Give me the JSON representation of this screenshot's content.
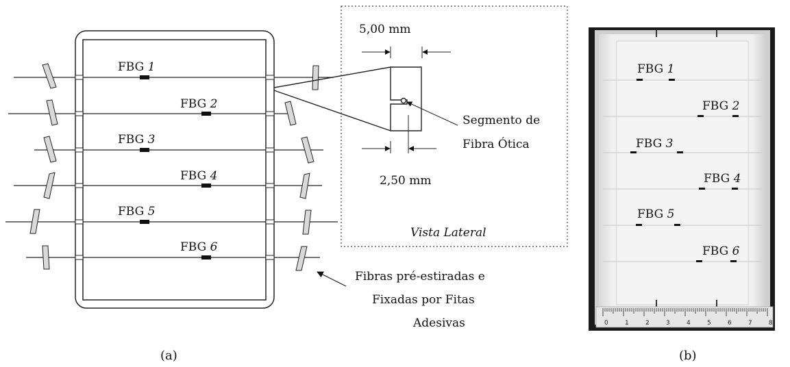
{
  "diagram": {
    "fbg_prefix": "FBG",
    "fbgs": [
      {
        "num": "1"
      },
      {
        "num": "2"
      },
      {
        "num": "3"
      },
      {
        "num": "4"
      },
      {
        "num": "5"
      },
      {
        "num": "6"
      }
    ],
    "dim_top": "5,00 mm",
    "dim_bottom": "2,50 mm",
    "segment_label_line1": "Segmento de",
    "segment_label_line2": "Fibra Ótica",
    "view_label": "Vista Lateral",
    "fibers_label_line1": "Fibras pré-estiradas e",
    "fibers_label_line2": "Fixadas por Fitas",
    "fibers_label_line3": "Adesivas",
    "caption_a": "(a)",
    "caption_b": "(b)"
  },
  "photo": {
    "fbg_prefix": "FBG",
    "fbgs": [
      {
        "num": "1"
      },
      {
        "num": "2"
      },
      {
        "num": "3"
      },
      {
        "num": "4"
      },
      {
        "num": "5"
      },
      {
        "num": "6"
      }
    ],
    "ruler_numbers": [
      "0",
      "1",
      "2",
      "3",
      "4",
      "5",
      "6",
      "7",
      "8"
    ]
  },
  "colors": {
    "ink": "#111111",
    "tape": "#d9d9d9",
    "photo_bg": "#1a1a1a",
    "photo_plate": "#e9e9e9"
  }
}
